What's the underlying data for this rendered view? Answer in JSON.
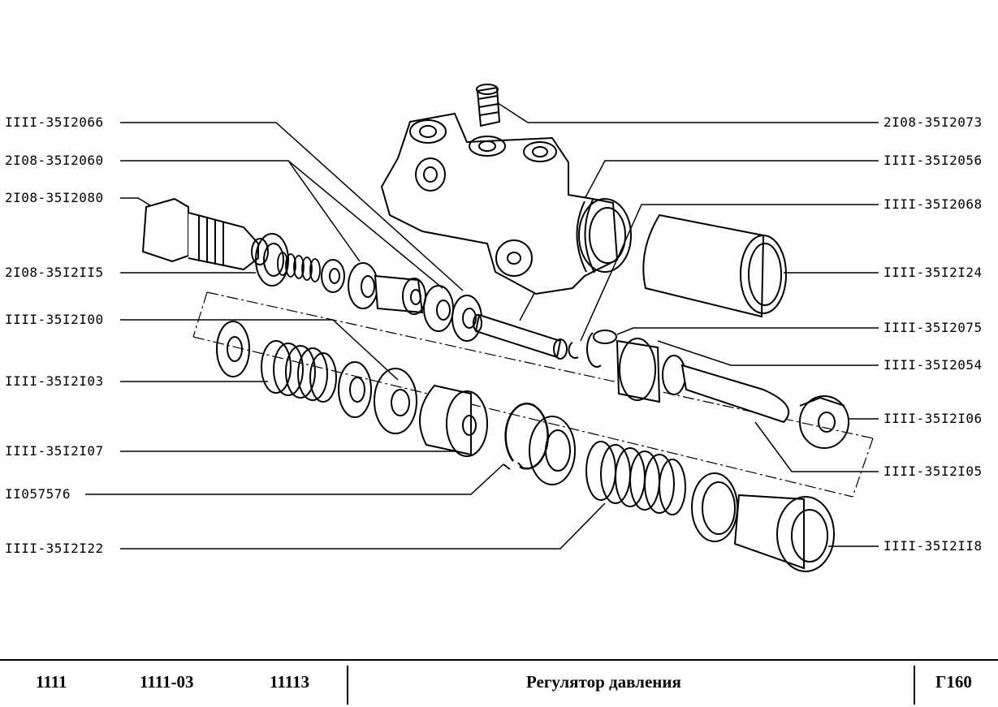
{
  "labels_left": [
    {
      "id": "l1",
      "text": "IIII-35I2066"
    },
    {
      "id": "l2",
      "text": "2I08-35I2060"
    },
    {
      "id": "l3",
      "text": "2I08-35I2080"
    },
    {
      "id": "l4",
      "text": "2I08-35I2II5"
    },
    {
      "id": "l5",
      "text": "IIII-35I2I00"
    },
    {
      "id": "l6",
      "text": "IIII-35I2I03"
    },
    {
      "id": "l7",
      "text": "IIII-35I2I07"
    },
    {
      "id": "l8",
      "text": "II057576"
    },
    {
      "id": "l9",
      "text": "IIII-35I2I22"
    }
  ],
  "labels_right": [
    {
      "id": "r1",
      "text": "2I08-35I2073"
    },
    {
      "id": "r2",
      "text": "IIII-35I2056"
    },
    {
      "id": "r3",
      "text": "IIII-35I2068"
    },
    {
      "id": "r4",
      "text": "IIII-35I2I24"
    },
    {
      "id": "r5",
      "text": "IIII-35I2075"
    },
    {
      "id": "r6",
      "text": "IIII-35I2054"
    },
    {
      "id": "r7",
      "text": "IIII-35I2I06"
    },
    {
      "id": "r8",
      "text": "IIII-35I2I05"
    },
    {
      "id": "r9",
      "text": "IIII-35I2II8"
    }
  ],
  "footer": {
    "models": [
      "1111",
      "1111-03",
      "11113"
    ],
    "title": "Регулятор давления",
    "code": "Г160"
  }
}
